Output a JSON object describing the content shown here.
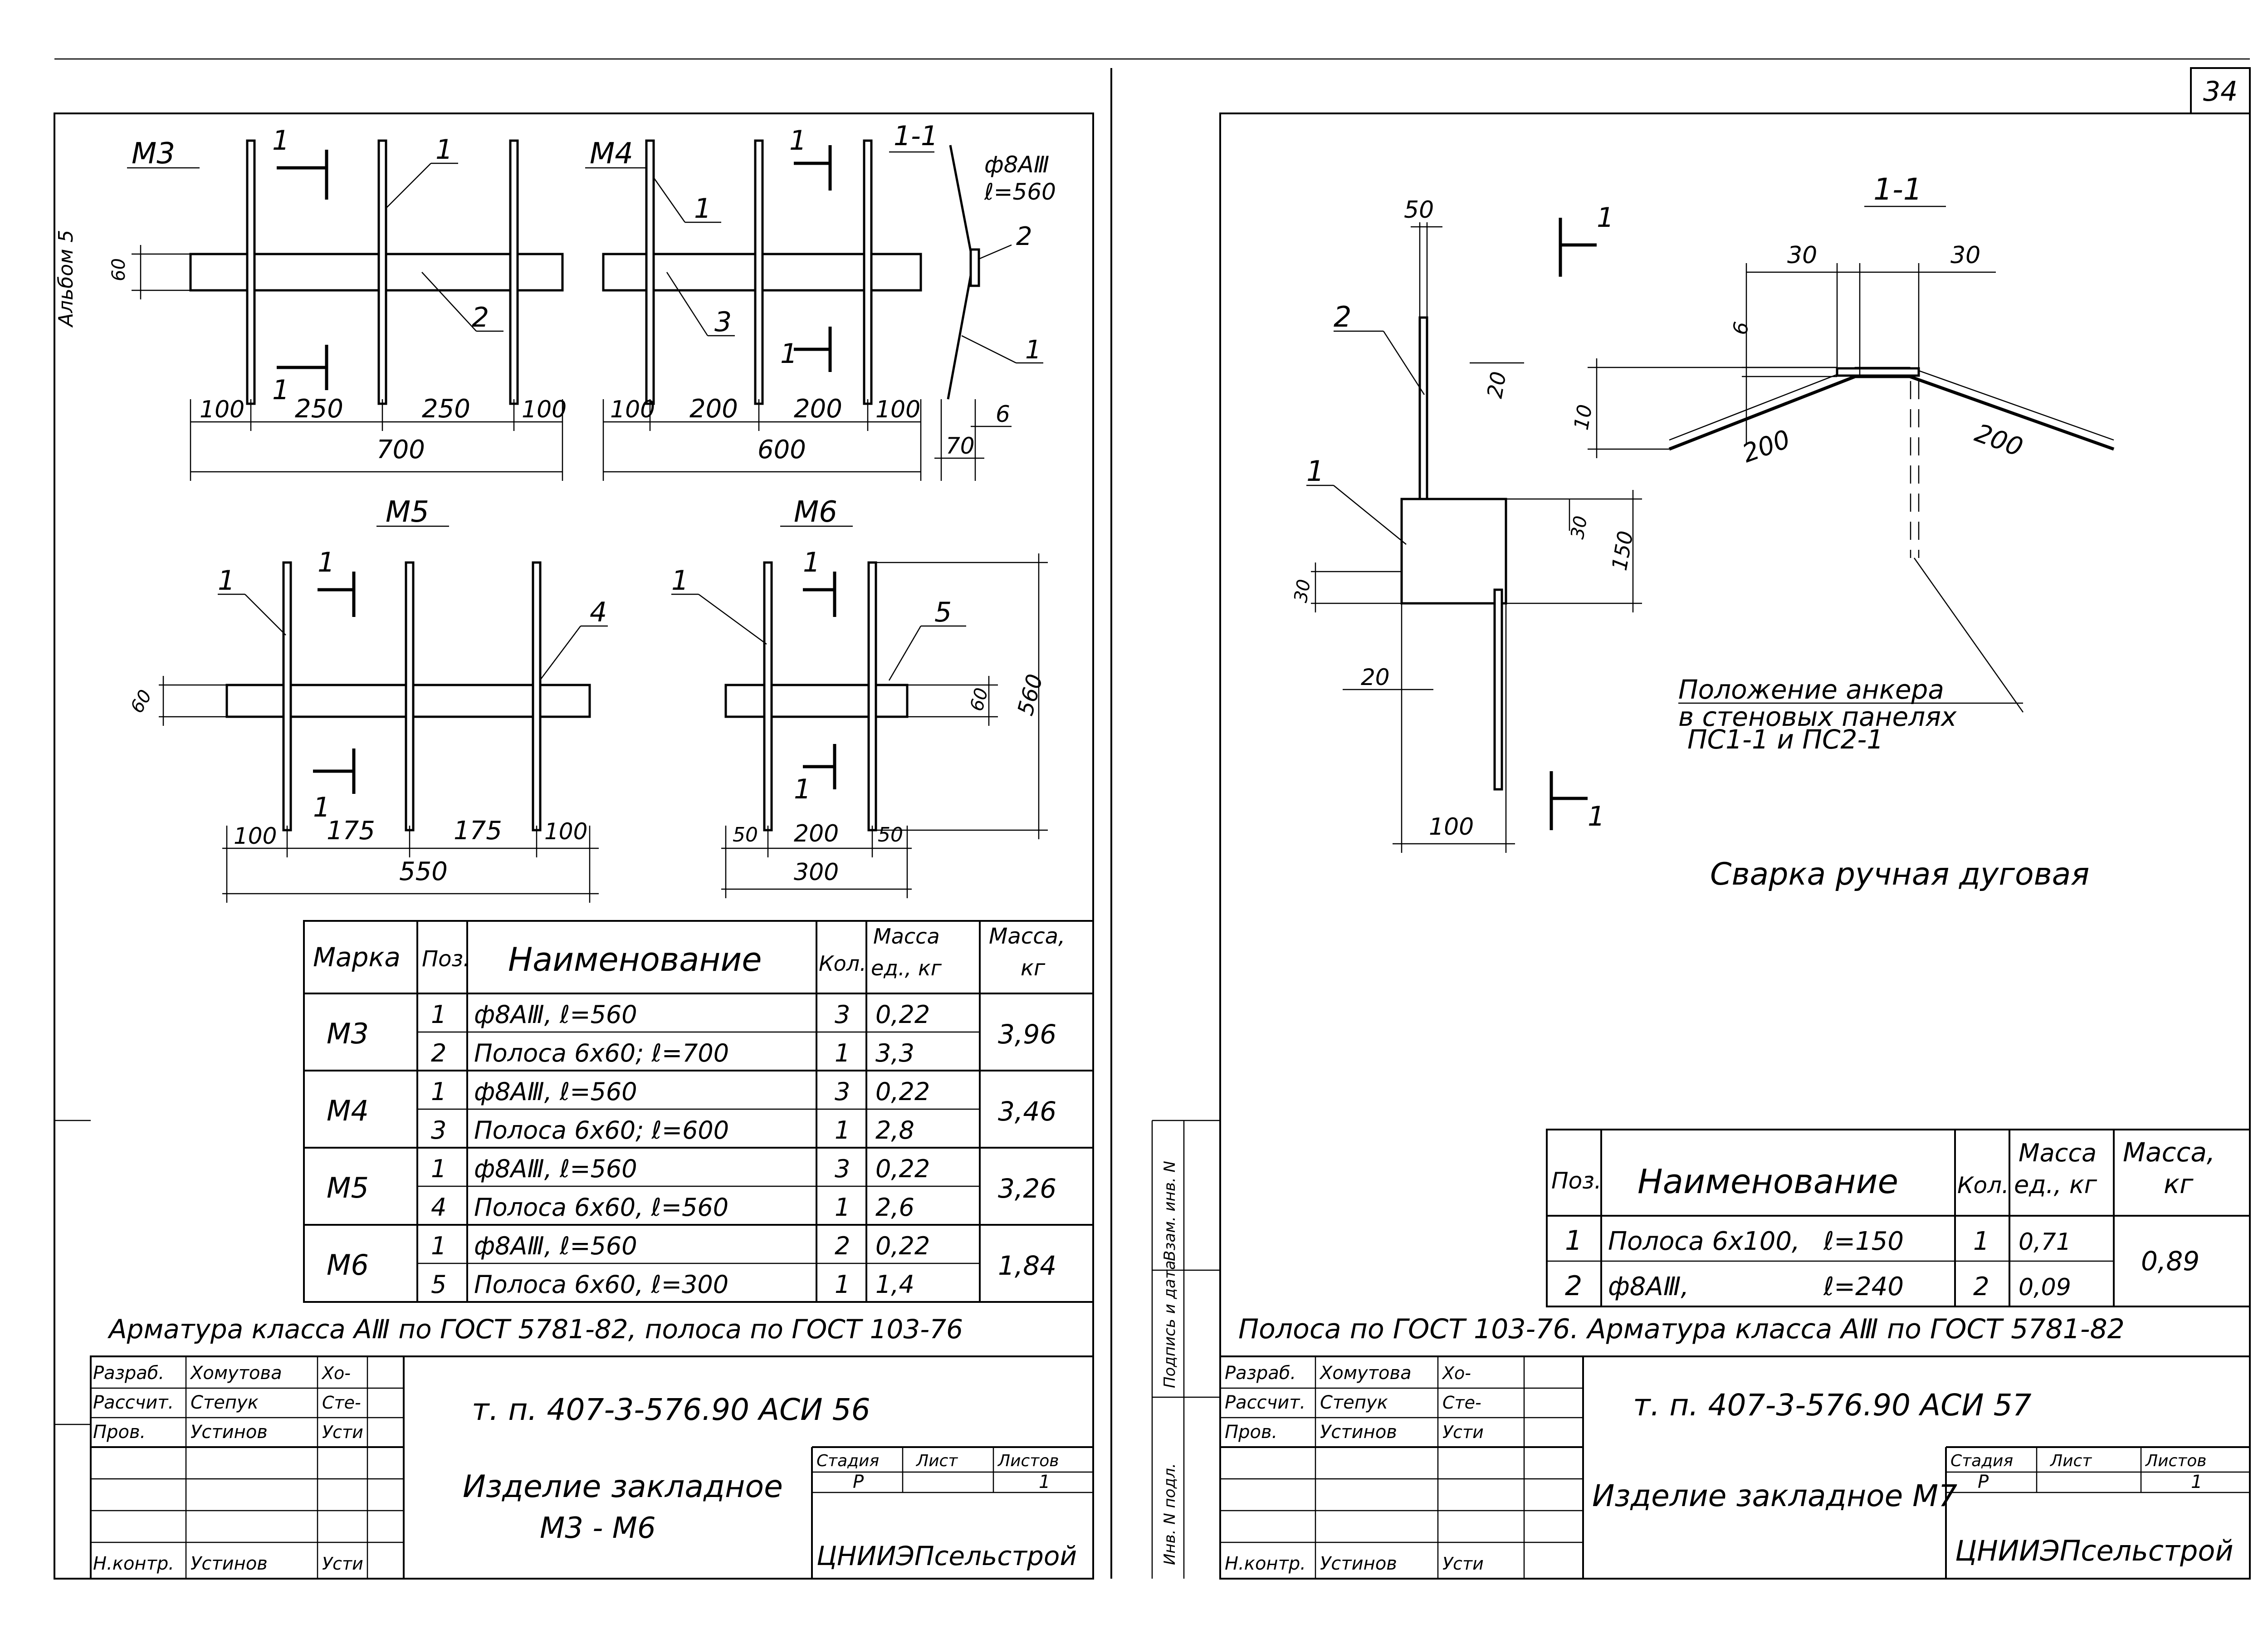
{
  "sheet_number": "34",
  "side_note": "Альбом 5",
  "vertical_stamp": {
    "inv_no": "Инв. N подл.",
    "sign_date": "Подпись и дата",
    "replaces": "Взам. инв. N"
  },
  "left": {
    "views": {
      "m3": {
        "label": "М3",
        "section_mark": "1",
        "callouts": [
          "1",
          "2"
        ],
        "dims": [
          "60",
          "100",
          "250",
          "250",
          "100",
          "700"
        ]
      },
      "m4": {
        "label": "М4",
        "section_mark": "1",
        "callouts": [
          "1",
          "3"
        ],
        "dims": [
          "100",
          "200",
          "200",
          "100",
          "600"
        ]
      },
      "sec11": {
        "label": "1-1",
        "rebar_note": "ф8АⅢ",
        "length_note": "ℓ=560",
        "callouts": [
          "2",
          "1"
        ],
        "dims": [
          "6",
          "70"
        ]
      },
      "m5": {
        "label": "М5",
        "section_mark": "1",
        "callouts": [
          "1",
          "4"
        ],
        "dims": [
          "60",
          "100",
          "175",
          "175",
          "100",
          "550"
        ]
      },
      "m6": {
        "label": "М6",
        "section_mark": "1",
        "callouts": [
          "1",
          "5"
        ],
        "dims": [
          "60",
          "560",
          "50",
          "200",
          "50",
          "300"
        ]
      }
    },
    "spec_table": {
      "headers": {
        "mark": "Марка",
        "pos": "Поз.",
        "name": "Наименование",
        "qty": "Кол.",
        "unit_mass_1": "Масса",
        "unit_mass_2": "ед., кг",
        "mass_1": "Масса,",
        "mass_2": "кг"
      },
      "groups": [
        {
          "mark": "М3",
          "mass": "3,96",
          "rows": [
            {
              "pos": "1",
              "name": "ф8АⅢ, ℓ=560",
              "qty": "3",
              "unit_mass": "0,22"
            },
            {
              "pos": "2",
              "name": "Полоса 6х60; ℓ=700",
              "qty": "1",
              "unit_mass": "3,3"
            }
          ]
        },
        {
          "mark": "М4",
          "mass": "3,46",
          "rows": [
            {
              "pos": "1",
              "name": "ф8АⅢ, ℓ=560",
              "qty": "3",
              "unit_mass": "0,22"
            },
            {
              "pos": "3",
              "name": "Полоса 6х60; ℓ=600",
              "qty": "1",
              "unit_mass": "2,8"
            }
          ]
        },
        {
          "mark": "М5",
          "mass": "3,26",
          "rows": [
            {
              "pos": "1",
              "name": "ф8АⅢ, ℓ=560",
              "qty": "3",
              "unit_mass": "0,22"
            },
            {
              "pos": "4",
              "name": "Полоса 6х60, ℓ=560",
              "qty": "1",
              "unit_mass": "2,6"
            }
          ]
        },
        {
          "mark": "М6",
          "mass": "1,84",
          "rows": [
            {
              "pos": "1",
              "name": "ф8АⅢ, ℓ=560",
              "qty": "2",
              "unit_mass": "0,22"
            },
            {
              "pos": "5",
              "name": "Полоса 6х60, ℓ=300",
              "qty": "1",
              "unit_mass": "1,4"
            }
          ]
        }
      ]
    },
    "note": "Арматура класса АⅢ по ГОСТ 5781-82, полоса по ГОСТ 103-76",
    "title_block": {
      "roles": [
        "Разраб.",
        "Рассчит.",
        "Пров.",
        "",
        "",
        "",
        "Н.контр."
      ],
      "names": [
        "Хомутова",
        "Степук",
        "Устинов",
        "",
        "",
        "",
        "Устинов"
      ],
      "signs": [
        "Хо-",
        "Сте-",
        "Усти",
        "",
        "",
        "",
        "Усти"
      ],
      "code": "т. п. 407-3-576.90 АСИ 56",
      "title_1": "Изделие закладное",
      "title_2": "М3 - М6",
      "stage_label": "Стадия",
      "sheet_label": "Лист",
      "sheets_label": "Листов",
      "stage": "Р",
      "sheet": "",
      "sheets": "1",
      "org": "ЦНИИЭПсельстрой"
    }
  },
  "right": {
    "view": {
      "plate_dims": [
        "50",
        "20",
        "30",
        "150",
        "30",
        "20",
        "100"
      ],
      "callouts": [
        "2",
        "1"
      ],
      "section_mark": "1"
    },
    "section": {
      "label": "1-1",
      "dims": [
        "30",
        "30",
        "6",
        "10",
        "200",
        "200"
      ]
    },
    "anchor_note_1": "Положение анкера",
    "anchor_note_2": "в стеновых панелях",
    "anchor_note_3": "ПС1-1 и ПС2-1",
    "welding_note": "Сварка ручная дуговая",
    "spec_table": {
      "headers": {
        "pos": "Поз.",
        "name": "Наименование",
        "qty": "Кол.",
        "unit_mass_1": "Масса",
        "unit_mass_2": "ед., кг",
        "mass_1": "Масса,",
        "mass_2": "кг"
      },
      "mass": "0,89",
      "rows": [
        {
          "pos": "1",
          "name": "Полоса 6х100,",
          "length": "ℓ=150",
          "qty": "1",
          "unit_mass": "0,71"
        },
        {
          "pos": "2",
          "name": "ф8АⅢ,",
          "length": "ℓ=240",
          "qty": "2",
          "unit_mass": "0,09"
        }
      ]
    },
    "note": "Полоса по ГОСТ 103-76. Арматура класса АⅢ по ГОСТ 5781-82",
    "title_block": {
      "roles": [
        "Разраб.",
        "Рассчит.",
        "Пров.",
        "",
        "",
        "",
        "Н.контр."
      ],
      "names": [
        "Хомутова",
        "Степук",
        "Устинов",
        "",
        "",
        "",
        "Устинов"
      ],
      "signs": [
        "Хо-",
        "Сте-",
        "Усти",
        "",
        "",
        "",
        "Усти"
      ],
      "code": "т. п. 407-3-576.90 АСИ 57",
      "title_1": "Изделие закладное М7",
      "stage_label": "Стадия",
      "sheet_label": "Лист",
      "sheets_label": "Листов",
      "stage": "Р",
      "sheet": "",
      "sheets": "1",
      "org": "ЦНИИЭПсельстрой"
    }
  }
}
